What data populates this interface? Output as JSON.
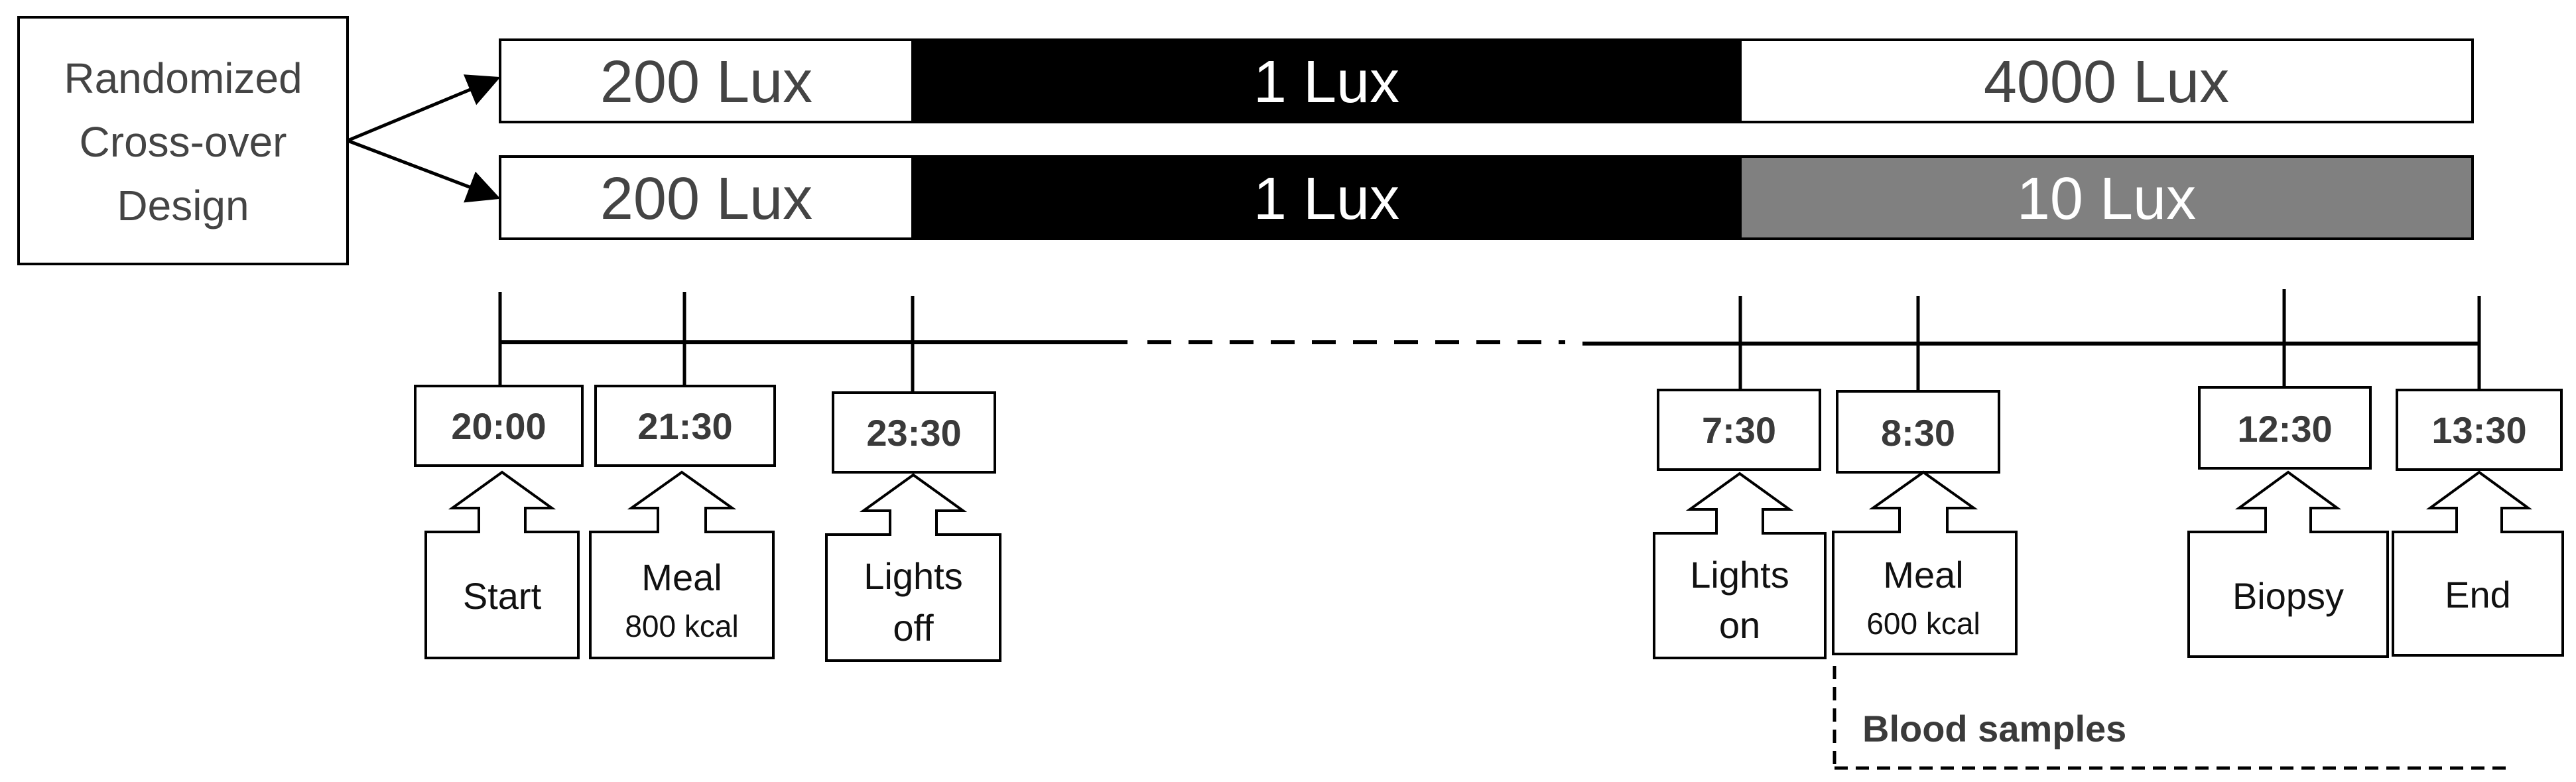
{
  "design_box": {
    "lines": [
      "Randomized",
      "Cross-over",
      "Design"
    ]
  },
  "condition_a": {
    "segments": [
      {
        "label": "200 Lux",
        "fill": "#ffffff",
        "text_color": "#444444"
      },
      {
        "label": "1 Lux",
        "fill": "#000000",
        "text_color": "#ffffff"
      },
      {
        "label": "4000 Lux",
        "fill": "#ffffff",
        "text_color": "#444444"
      }
    ]
  },
  "condition_b": {
    "segments": [
      {
        "label": "200 Lux",
        "fill": "#ffffff",
        "text_color": "#444444"
      },
      {
        "label": "1 Lux",
        "fill": "#000000",
        "text_color": "#ffffff"
      },
      {
        "label": "10 Lux",
        "fill": "#808080",
        "text_color": "#ffffff"
      }
    ]
  },
  "timeline": {
    "events": [
      {
        "time": "20:00",
        "label_lines": [
          "Start"
        ],
        "sub": ""
      },
      {
        "time": "21:30",
        "label_lines": [
          "Meal"
        ],
        "sub": "800 kcal"
      },
      {
        "time": "23:30",
        "label_lines": [
          "Lights",
          "off"
        ],
        "sub": ""
      },
      {
        "time": "7:30",
        "label_lines": [
          "Lights",
          "on"
        ],
        "sub": ""
      },
      {
        "time": "8:30",
        "label_lines": [
          "Meal"
        ],
        "sub": "600 kcal"
      },
      {
        "time": "12:30",
        "label_lines": [
          "Biopsy"
        ],
        "sub": ""
      },
      {
        "time": "13:30",
        "label_lines": [
          "End"
        ],
        "sub": ""
      }
    ]
  },
  "blood_samples": {
    "label": "Blood samples"
  }
}
